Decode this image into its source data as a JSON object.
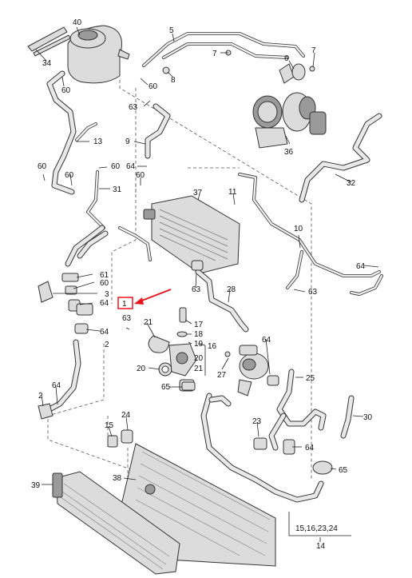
{
  "callouts": {
    "c40": "40",
    "c34": "34",
    "c5": "5",
    "c7a": "7",
    "c8": "8",
    "c6": "6",
    "c7b": "7",
    "c60a": "60",
    "c60b": "60",
    "c63a": "63",
    "c13": "13",
    "c9": "9",
    "c36": "36",
    "c60c": "60",
    "c60d": "60",
    "c60e": "60",
    "c64a": "64",
    "c31": "31",
    "c32": "32",
    "c37": "37",
    "c11": "11",
    "c10": "10",
    "c64b": "64",
    "c61": "61",
    "c60f": "60",
    "c3": "3",
    "c64c": "64",
    "c1": "1",
    "c63b": "63",
    "c63c": "63",
    "c28": "28",
    "c63d": "63",
    "c64d": "64",
    "c2a": "2",
    "c21a": "21",
    "c17": "17",
    "c18": "18",
    "c19": "19",
    "c16": "16",
    "c20a": "20",
    "c21b": "21",
    "c20b": "20",
    "c27": "27",
    "c64e": "64",
    "c25": "25",
    "c65a": "65",
    "c64f": "64",
    "c2b": "2",
    "c24": "24",
    "c15": "15",
    "c23": "23",
    "c30": "30",
    "c64g": "64",
    "c38": "38",
    "c39": "39",
    "c65b": "65",
    "c14": "14",
    "c1516": "15,16,23,24"
  },
  "highlight": {
    "color": "#e8141b",
    "label": "1"
  }
}
